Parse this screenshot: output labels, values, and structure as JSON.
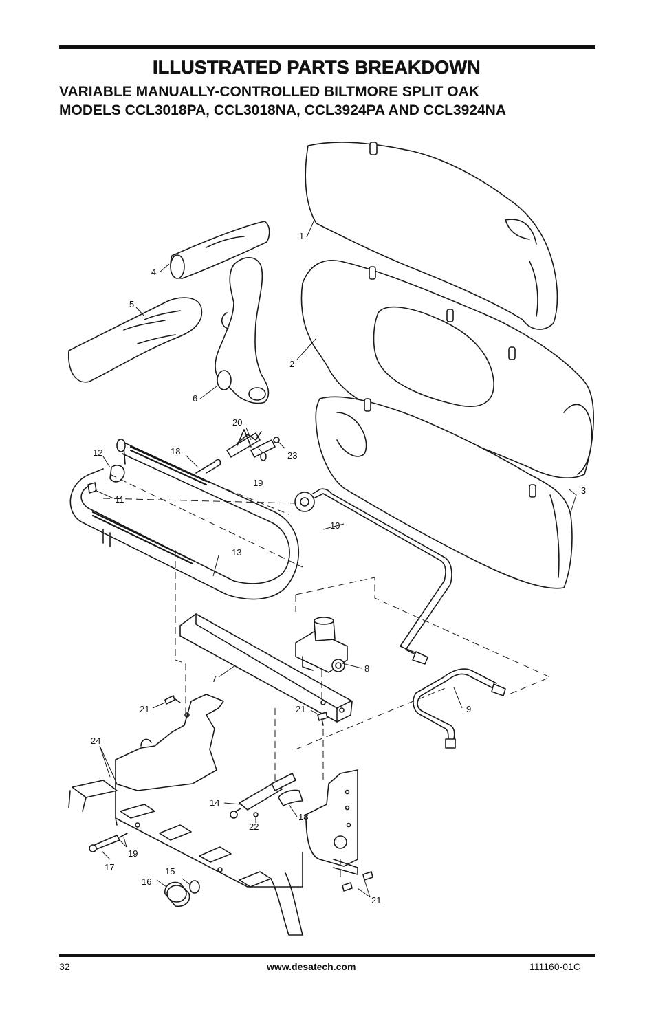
{
  "header": {
    "title": "ILLUSTRATED PARTS BREAKDOWN",
    "subtitle_line1": "VARIABLE MANUALLY-CONTROLLED BILTMORE SPLIT OAK",
    "subtitle_line2": "MODELS CCL3018PA, CCL3018NA, CCL3924PA AND CCL3924NA"
  },
  "callouts": {
    "c1": "1",
    "c2": "2",
    "c3": "3",
    "c4": "4",
    "c5": "5",
    "c6": "6",
    "c7": "7",
    "c8": "8",
    "c9": "9",
    "c10": "10",
    "c11": "11",
    "c12": "12",
    "c13": "13",
    "c14": "14",
    "c15": "15",
    "c16": "16",
    "c17": "17",
    "c18a": "18",
    "c18b": "18",
    "c19a": "19",
    "c19b": "19",
    "c20": "20",
    "c21a": "21",
    "c21b": "21",
    "c21c": "21",
    "c22": "22",
    "c23": "23",
    "c24": "24"
  },
  "footer": {
    "page": "32",
    "url": "www.desatech.com",
    "doc": "111160-01C"
  }
}
